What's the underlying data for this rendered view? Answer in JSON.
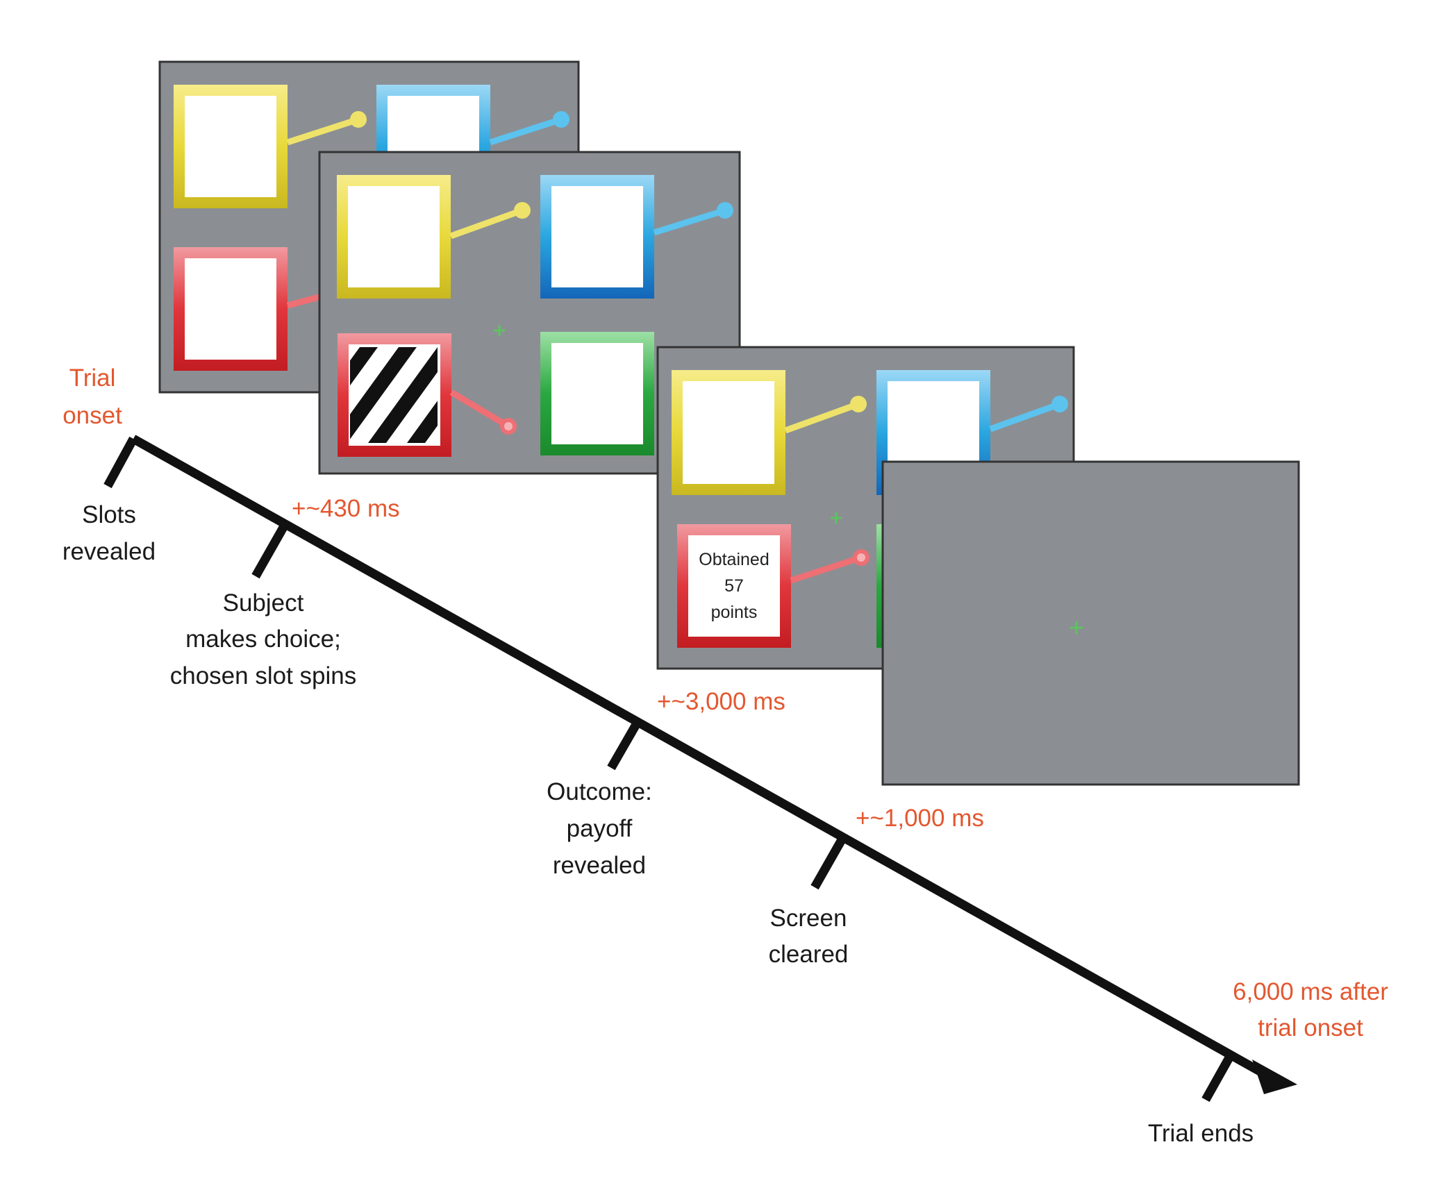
{
  "timeline": {
    "onset_label": [
      "Trial",
      "onset"
    ],
    "events": [
      {
        "label": [
          "Slots",
          "revealed"
        ]
      },
      {
        "label": [
          "Subject",
          "makes choice;",
          "chosen slot spins"
        ]
      },
      {
        "label": [
          "Outcome:",
          "payoff",
          "revealed"
        ]
      },
      {
        "label": [
          "Screen",
          "cleared"
        ]
      },
      {
        "label": [
          "Trial ends"
        ]
      }
    ],
    "durations": [
      "+~430 ms",
      "+~3,000 ms",
      "+~1,000 ms"
    ],
    "end_label": [
      "6,000 ms after",
      "trial onset"
    ]
  },
  "screens": {
    "outcome_text": [
      "Obtained",
      "57",
      "points"
    ]
  },
  "colors": {
    "screen_gray": "#8b8f94",
    "text_orange": "#e3572f",
    "slot_yellow": "#e8d93a",
    "slot_blue": "#2aa6e0",
    "slot_red": "#d9252b",
    "slot_green": "#2aa840",
    "fixation_green": "#5fc25f"
  }
}
